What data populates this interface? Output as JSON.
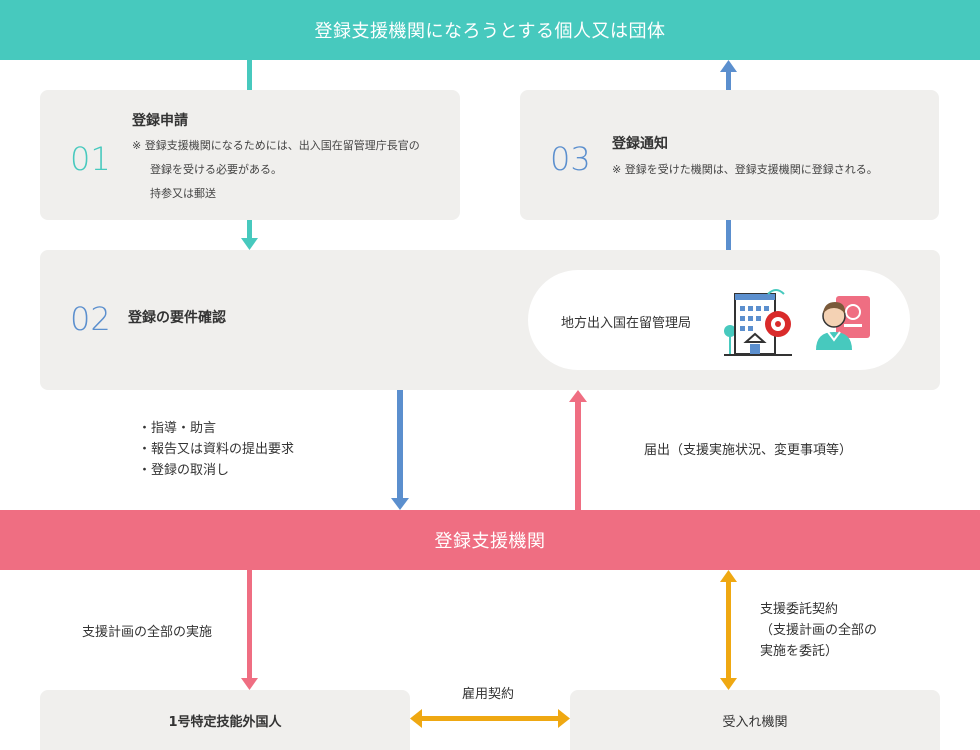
{
  "top_banner": "登録支援機関になろうとする個人又は団体",
  "step01": {
    "number": "01",
    "title": "登録申請",
    "note_line1": "※ 登録支援機関になるためには、出入国在留管理庁長官の",
    "note_line2": "登録を受ける必要がある。",
    "note_line3": "持参又は郵送"
  },
  "step03": {
    "number": "03",
    "title": "登録通知",
    "note": "※ 登録を受けた機関は、登録支援機関に登録される。"
  },
  "step02": {
    "number": "02",
    "title": "登録の要件確認",
    "office": "地方出入国在留管理局"
  },
  "guidance": [
    "・指導・助言",
    "・報告又は資料の提出要求",
    "・登録の取消し"
  ],
  "report": "届出（支援実施状況、変更事項等）",
  "mid_banner": "登録支援機関",
  "support_plan": "支援計画の全部の実施",
  "contract": [
    "支援委託契約",
    "（支援計画の全部の",
    "実施を委託）"
  ],
  "employment": "雇用契約",
  "worker": "1号特定技能外国人",
  "receiver": "受入れ機関",
  "colors": {
    "teal": "#47c9be",
    "blue": "#5b8fce",
    "pink": "#ef6e82",
    "orange": "#efa812",
    "box": "#f0efed"
  }
}
